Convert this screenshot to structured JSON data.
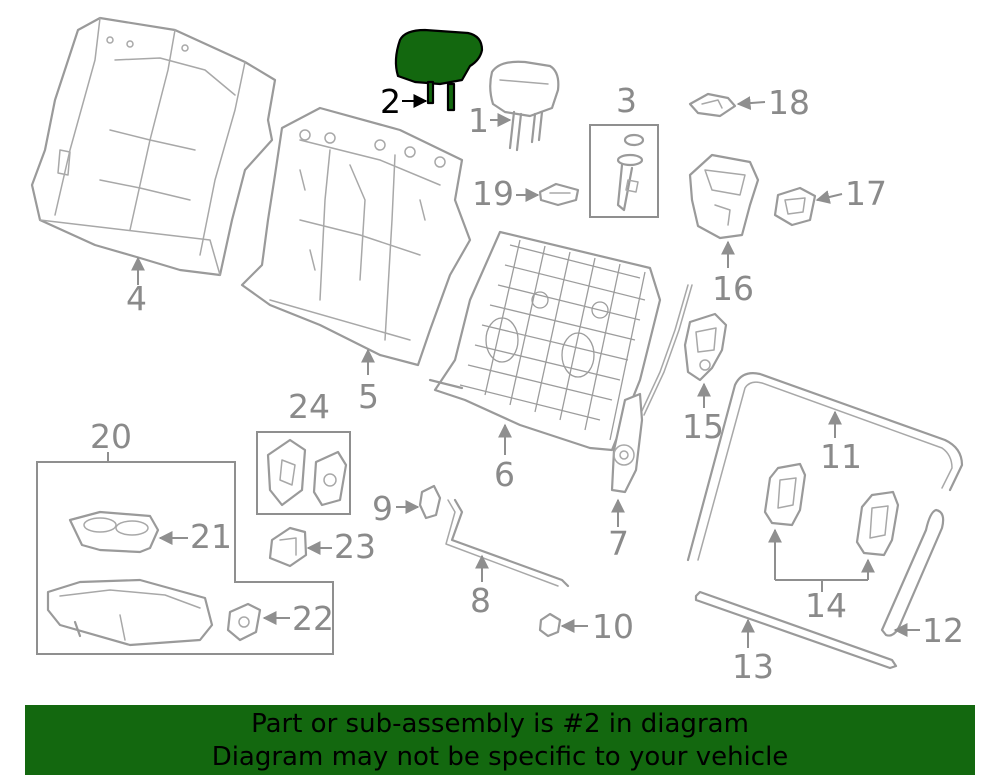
{
  "highlighted_part": "2",
  "callouts": {
    "p1": "1",
    "p2": "2",
    "p3": "3",
    "p4": "4",
    "p5": "5",
    "p6": "6",
    "p7": "7",
    "p8": "8",
    "p9": "9",
    "p10": "10",
    "p11": "11",
    "p12": "12",
    "p13": "13",
    "p14": "14",
    "p15": "15",
    "p16": "16",
    "p17": "17",
    "p18": "18",
    "p19": "19",
    "p20": "20",
    "p21": "21",
    "p22": "22",
    "p23": "23",
    "p24": "24"
  },
  "banner": {
    "line1": "Part or sub-assembly is #2 in diagram",
    "line2": "Diagram may not be specific to your vehicle"
  },
  "colors": {
    "highlight": "#13680f",
    "line_art": "#9a9a9a",
    "background": "#ffffff"
  }
}
